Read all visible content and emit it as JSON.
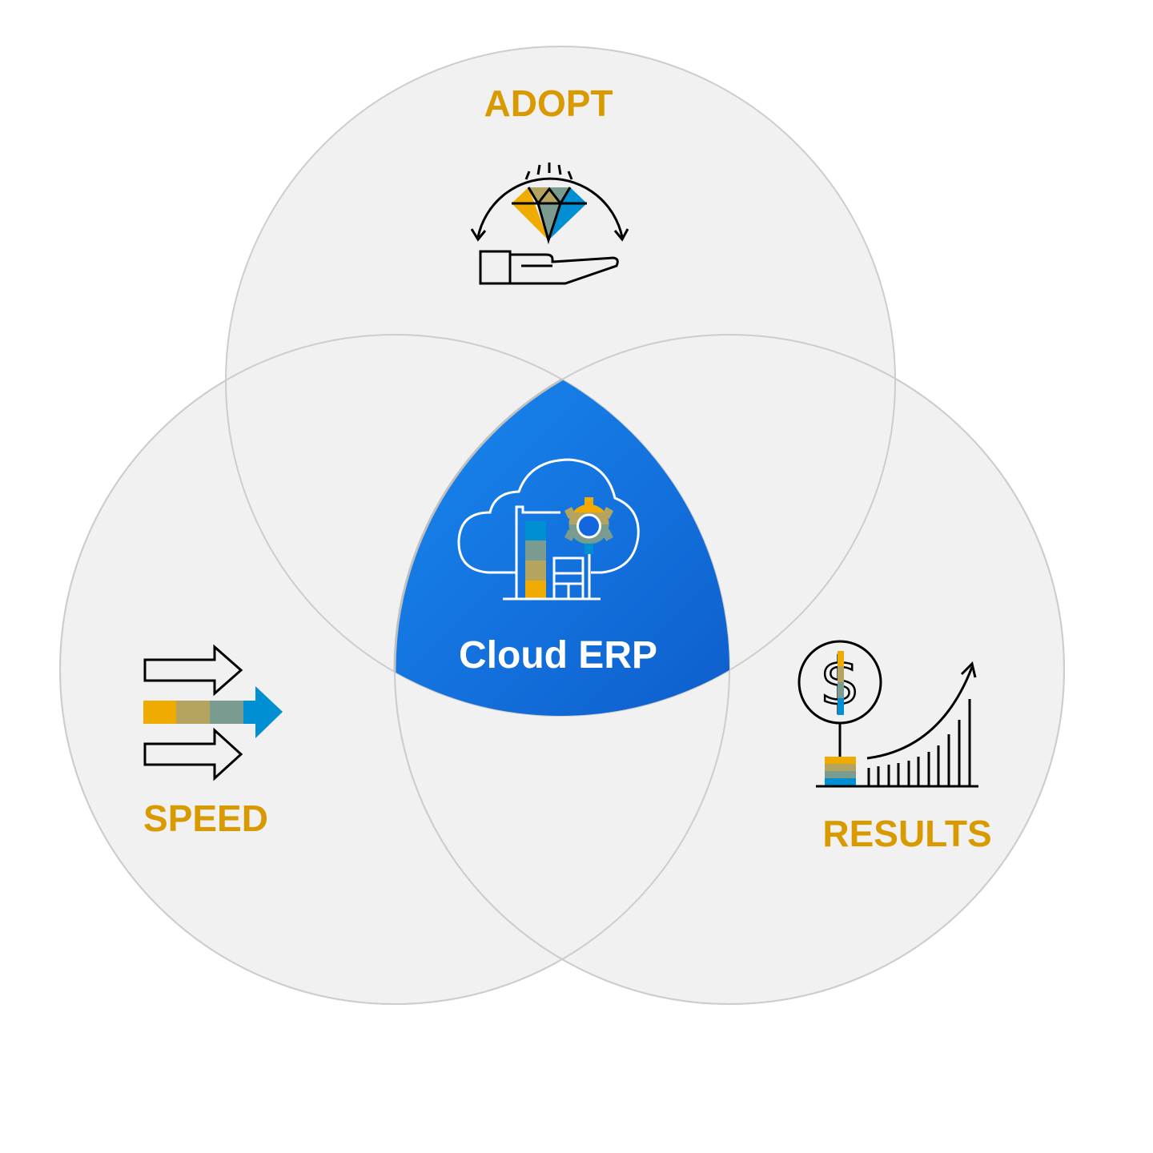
{
  "diagram": {
    "type": "venn",
    "sets": [
      {
        "id": "adopt",
        "label": "ADOPT",
        "icon": "diamond-in-hand-icon"
      },
      {
        "id": "speed",
        "label": "SPEED",
        "icon": "fast-arrows-icon"
      },
      {
        "id": "results",
        "label": "RESULTS",
        "icon": "dollar-growth-chart-icon"
      }
    ],
    "center": {
      "label": "Cloud ERP",
      "icon": "cloud-building-gear-icon"
    }
  },
  "colors": {
    "circle_fill": "#f1f1f1",
    "circle_stroke": "#cccccc",
    "label_gold": "#d99a00",
    "center_gradient_start": "#1a86f0",
    "center_gradient_end": "#0440b0",
    "accent_yellow": "#f0ab00",
    "accent_khaki": "#b5a360",
    "accent_teal": "#7a9b90",
    "accent_blue": "#008fd3"
  }
}
